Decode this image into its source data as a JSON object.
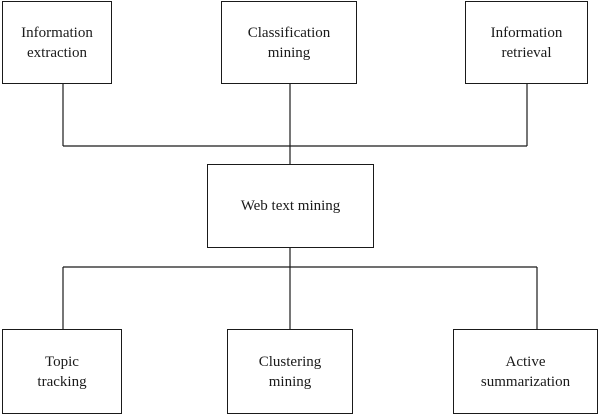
{
  "diagram": {
    "top_nodes": [
      {
        "id": "info-extraction",
        "label": "Information\nextraction"
      },
      {
        "id": "classification",
        "label": "Classification mining"
      },
      {
        "id": "info-retrieval",
        "label": "Information\nretrieval"
      }
    ],
    "center_node": {
      "id": "web-text-mining",
      "label": "Web text mining"
    },
    "bottom_nodes": [
      {
        "id": "topic-tracking",
        "label": "Topic\ntracking"
      },
      {
        "id": "clustering",
        "label": "Clustering\nmining"
      },
      {
        "id": "active-summ",
        "label": "Active summarization"
      }
    ],
    "colors": {
      "line": "#1a1a1a",
      "box_border": "#1a1a1a",
      "background": "#ffffff"
    }
  }
}
